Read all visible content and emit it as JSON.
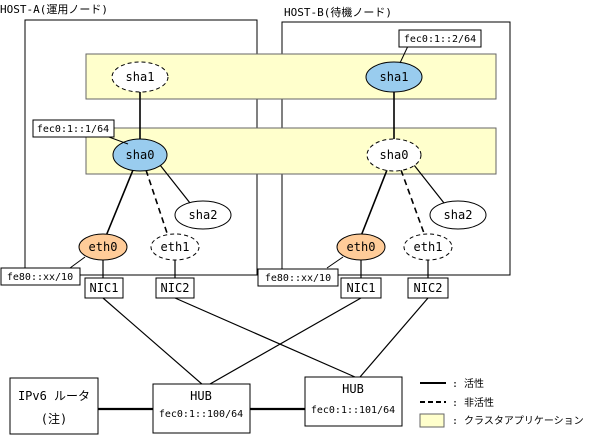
{
  "colors": {
    "cluster_band": "#ffffcc",
    "cluster_band_border": "#666666",
    "active_interface": "#ffcc99",
    "active_share": "#99ccee",
    "line": "#000000",
    "box_border": "#000000"
  },
  "hosts": [
    {
      "id": "host-a",
      "title": "HOST-A(運用ノード)",
      "sha1": "sha1",
      "sha0": "sha0",
      "sha2": "sha2",
      "eth0": "eth0",
      "eth1": "eth1",
      "nic1": "NIC1",
      "nic2": "NIC2",
      "address_label": "fec0:1::1/64",
      "link_local": "fe80::xx/10"
    },
    {
      "id": "host-b",
      "title": "HOST-B(待機ノード)",
      "sha1": "sha1",
      "sha0": "sha0",
      "sha2": "sha2",
      "eth0": "eth0",
      "eth1": "eth1",
      "nic1": "NIC1",
      "nic2": "NIC2",
      "address_label": "fec0:1::2/64",
      "link_local": "fe80::xx/10"
    }
  ],
  "hubs": [
    {
      "id": "hub-1",
      "label": "HUB",
      "address": "fec0:1::100/64"
    },
    {
      "id": "hub-2",
      "label": "HUB",
      "address": "fec0:1::101/64"
    }
  ],
  "router": {
    "label": "IPv6 ルータ",
    "note": "(注)"
  },
  "legend": {
    "active": ": 活性",
    "inactive": ": 非活性",
    "cluster_app": ": クラスタアプリケーション"
  }
}
